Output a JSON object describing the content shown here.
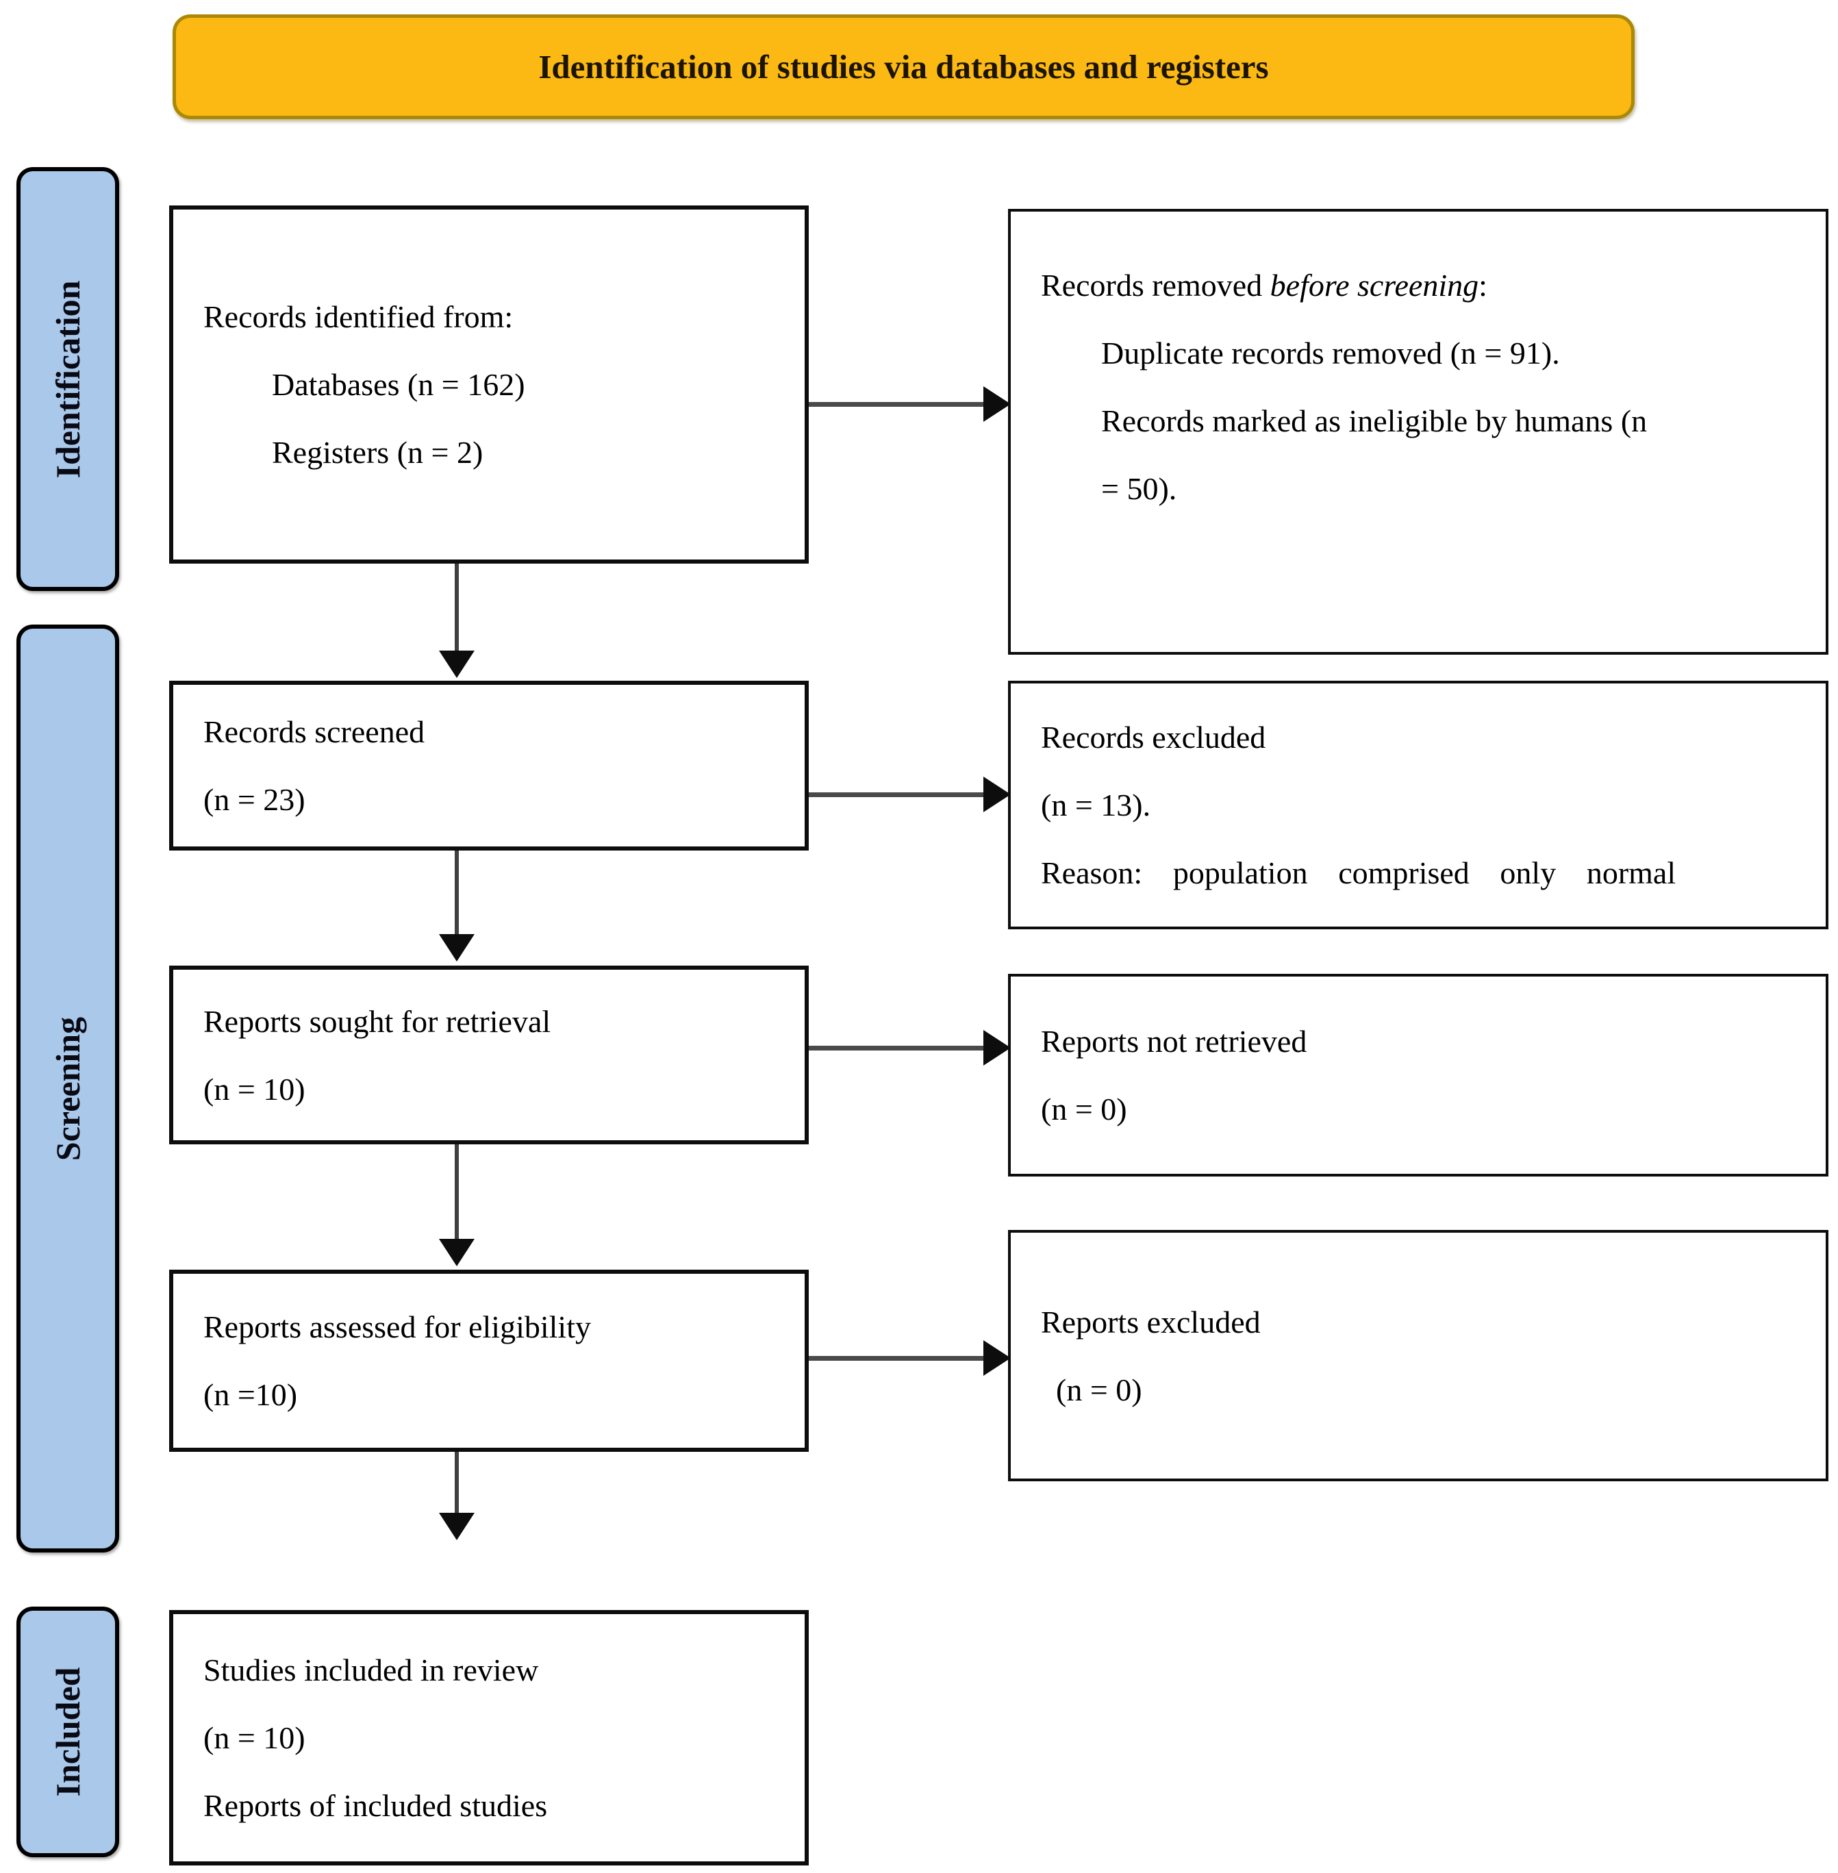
{
  "banner": {
    "title": "Identification of studies via databases and registers"
  },
  "stages": [
    {
      "label": "Identification"
    },
    {
      "label": "Screening"
    },
    {
      "label": "Included"
    }
  ],
  "boxes": {
    "identified": {
      "line1": "Records identified from:",
      "line2": "Databases (n = 162)",
      "line3": "Registers (n = 2)"
    },
    "removed": {
      "line1_prefix": "Records removed ",
      "line1_italic": "before screening",
      "line1_suffix": ":",
      "line2": "Duplicate records removed (n = 91).",
      "line3": "Records marked as ineligible by humans (n",
      "line4": "= 50)."
    },
    "screened": {
      "line1": "Records screened",
      "line2": "(n = 23)"
    },
    "excluded": {
      "line1": "Records excluded",
      "line2": "(n = 13).",
      "line3": "Reason: population comprised only normal"
    },
    "sought": {
      "line1": "Reports sought for retrieval",
      "line2": "(n = 10)"
    },
    "not_retrieved": {
      "line1": "Reports not retrieved",
      "line2": "(n = 0)"
    },
    "assessed": {
      "line1": "Reports assessed for eligibility",
      "line2": "(n =10)"
    },
    "reports_excluded": {
      "line1": "Reports excluded",
      "line2": "(n = 0)"
    },
    "included": {
      "line1": "Studies included in review",
      "line2": "(n = 10)",
      "line3": "Reports of included studies"
    }
  },
  "colors": {
    "banner_fill": "#FCB813",
    "banner_border": "#A98906",
    "stage_fill": "#A9C8EA",
    "stage_border": "#000000",
    "box_bg": "#FFFFFF",
    "box_border": "#0D0D0D",
    "arrow": "#404040",
    "text": "#000000"
  }
}
